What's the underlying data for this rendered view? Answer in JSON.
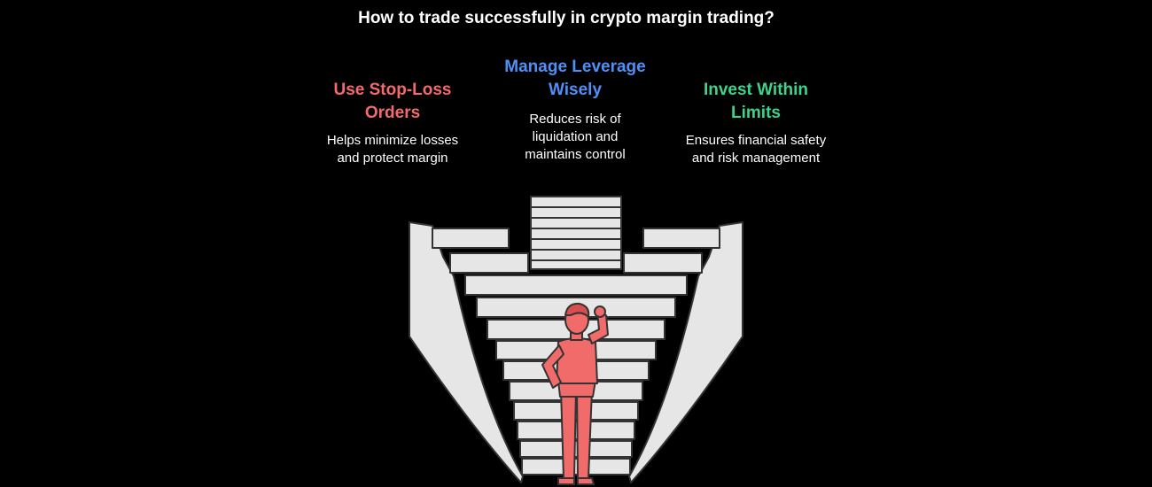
{
  "title": "How to trade successfully in crypto margin trading?",
  "colors": {
    "left": "#f26b6b",
    "center": "#4f8ff7",
    "right": "#3ed38a",
    "stairs_fill": "#e6e6e6",
    "stairs_stroke": "#333333",
    "person": "#f26b6b"
  },
  "options": [
    {
      "heading": "Use Stop-Loss\nOrders",
      "description": "Helps minimize losses\nand protect margin"
    },
    {
      "heading": "Manage Leverage\nWisely",
      "description": "Reduces risk of\nliquidation and\nmaintains control"
    },
    {
      "heading": "Invest Within\nLimits",
      "description": "Ensures financial safety\nand risk management"
    }
  ],
  "illustration": {
    "icon": "staircase-three-paths-icon",
    "figure": "confused-person-icon"
  }
}
